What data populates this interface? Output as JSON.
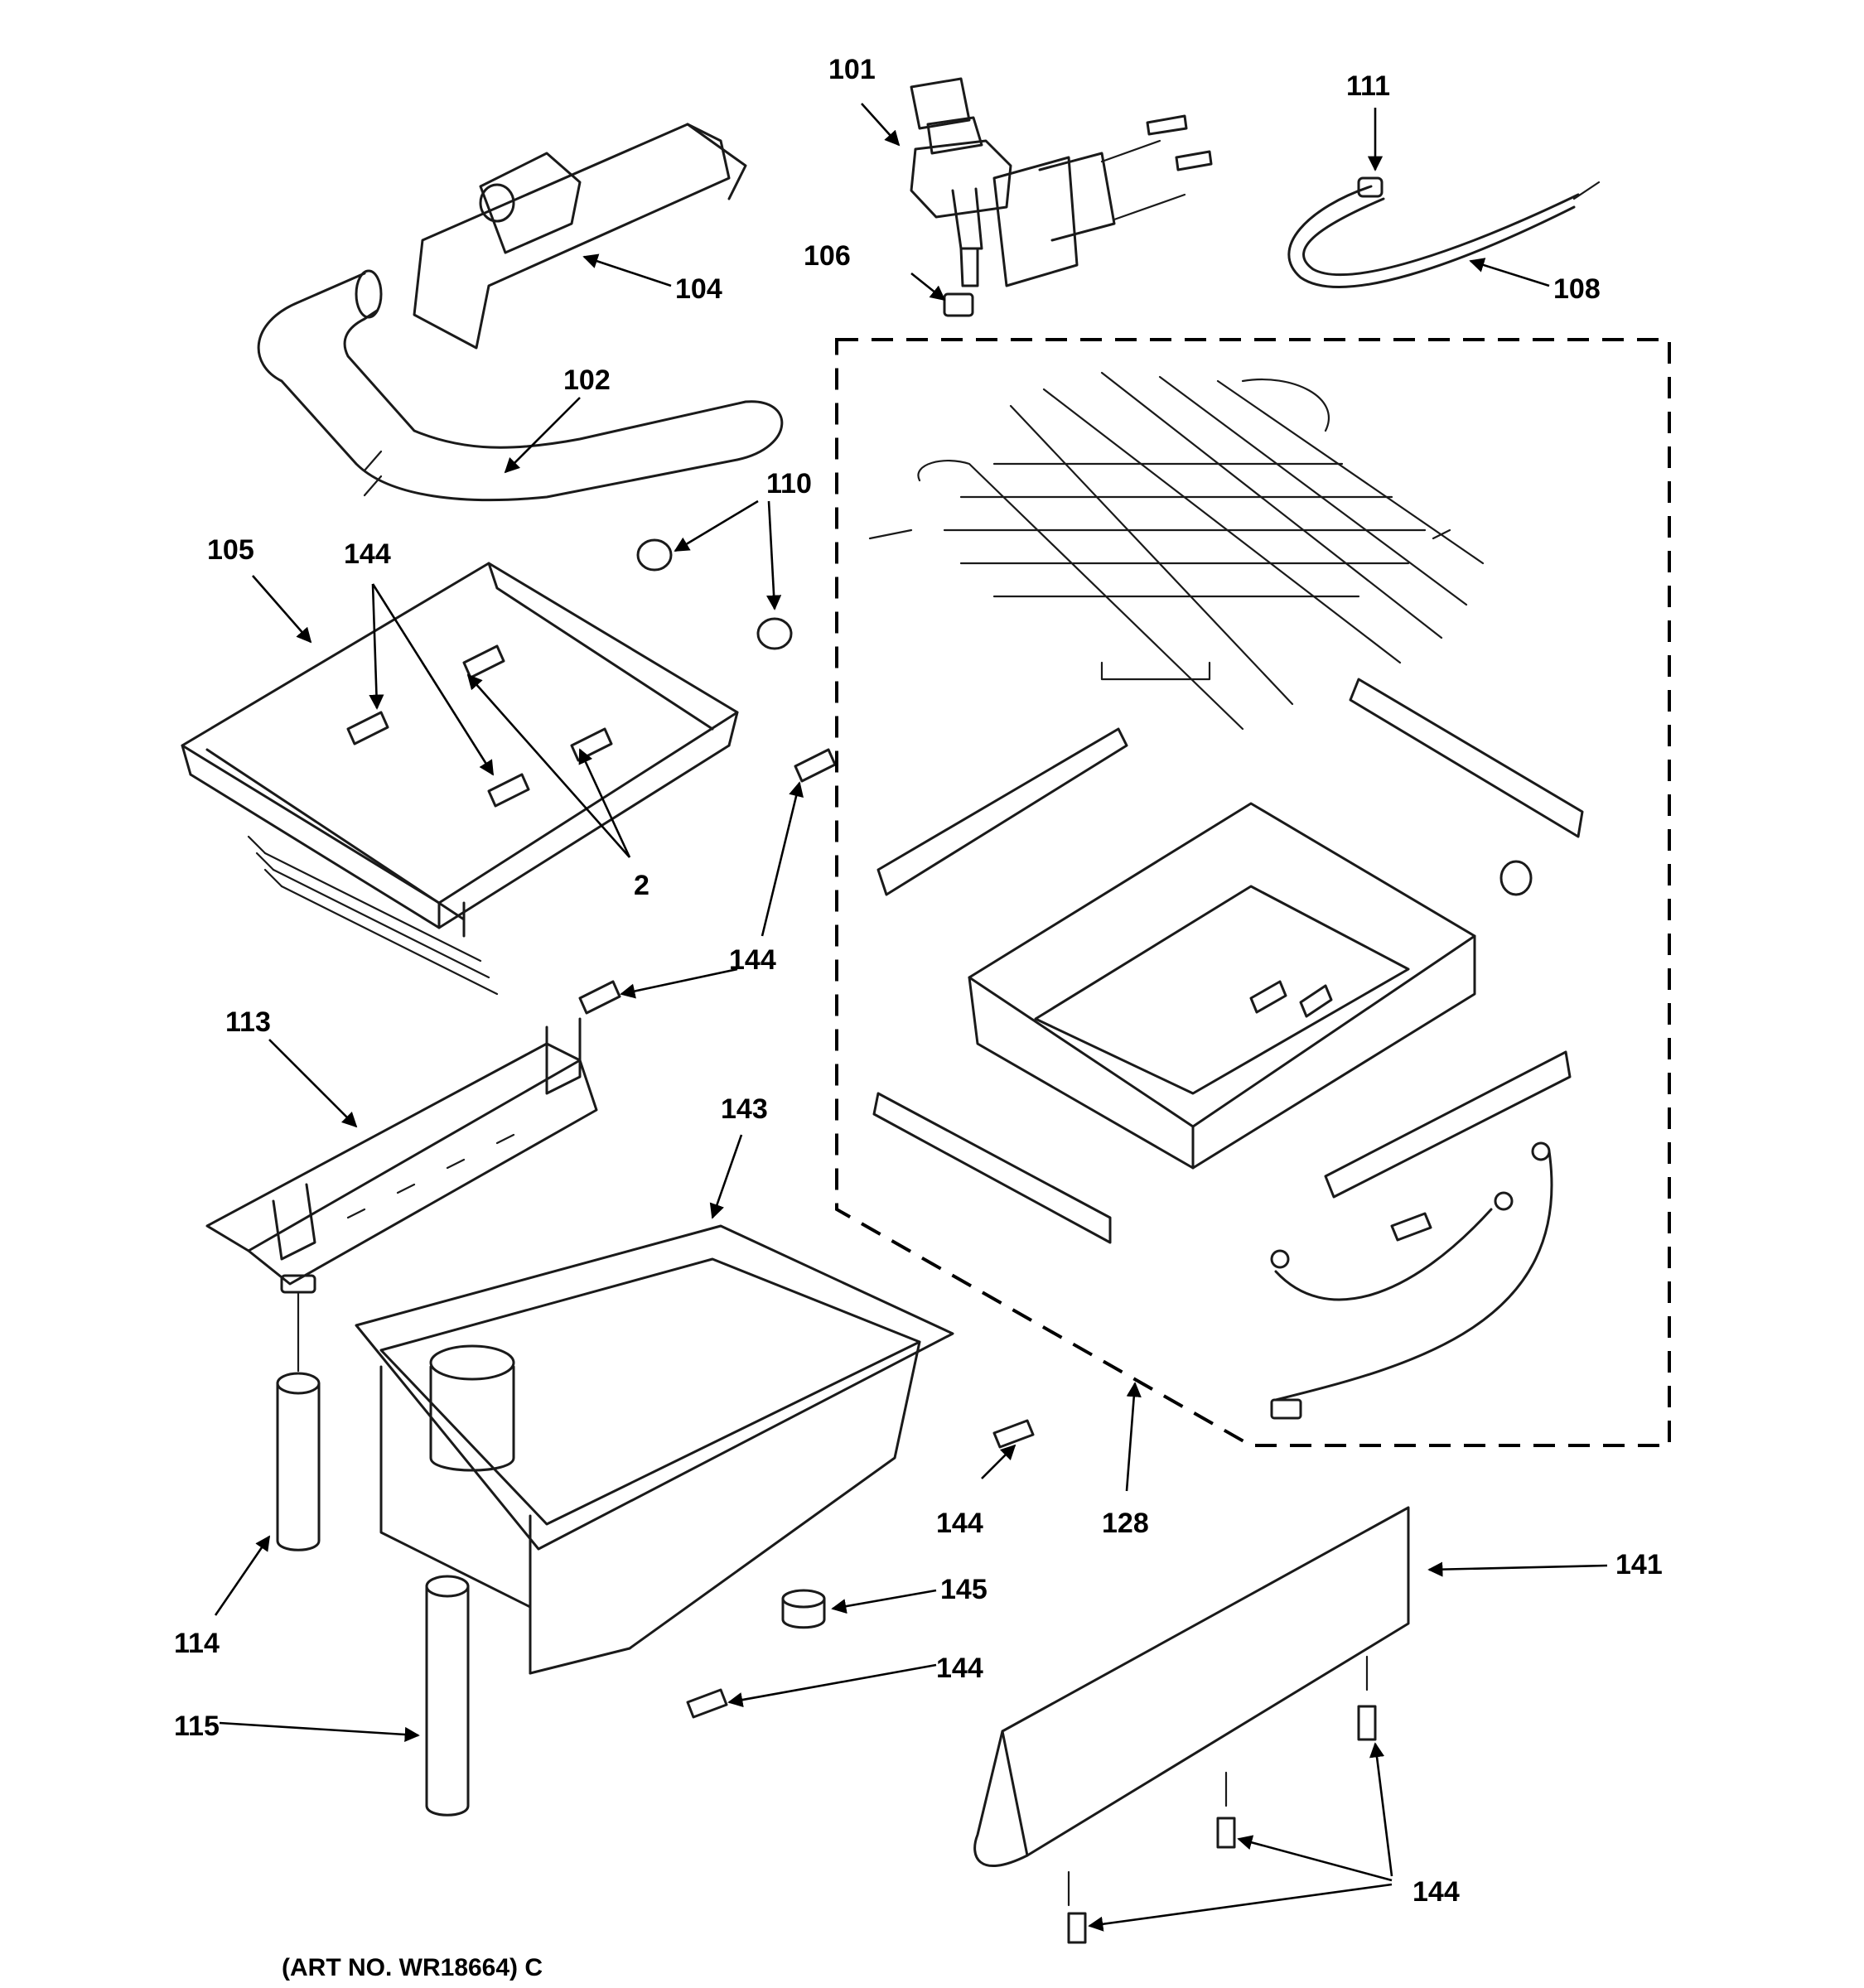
{
  "callouts": {
    "c101": "101",
    "c104": "104",
    "c106": "106",
    "c111": "111",
    "c108": "108",
    "c102": "102",
    "c110": "110",
    "c105": "105",
    "c144a": "144",
    "c2": "2",
    "c144b": "144",
    "c113": "113",
    "c143": "143",
    "c144c": "144",
    "c128": "128",
    "c141": "141",
    "c114": "114",
    "c145": "145",
    "c144d": "144",
    "c115": "115",
    "c144e": "144"
  },
  "art_number": "(ART NO. WR18664) C"
}
